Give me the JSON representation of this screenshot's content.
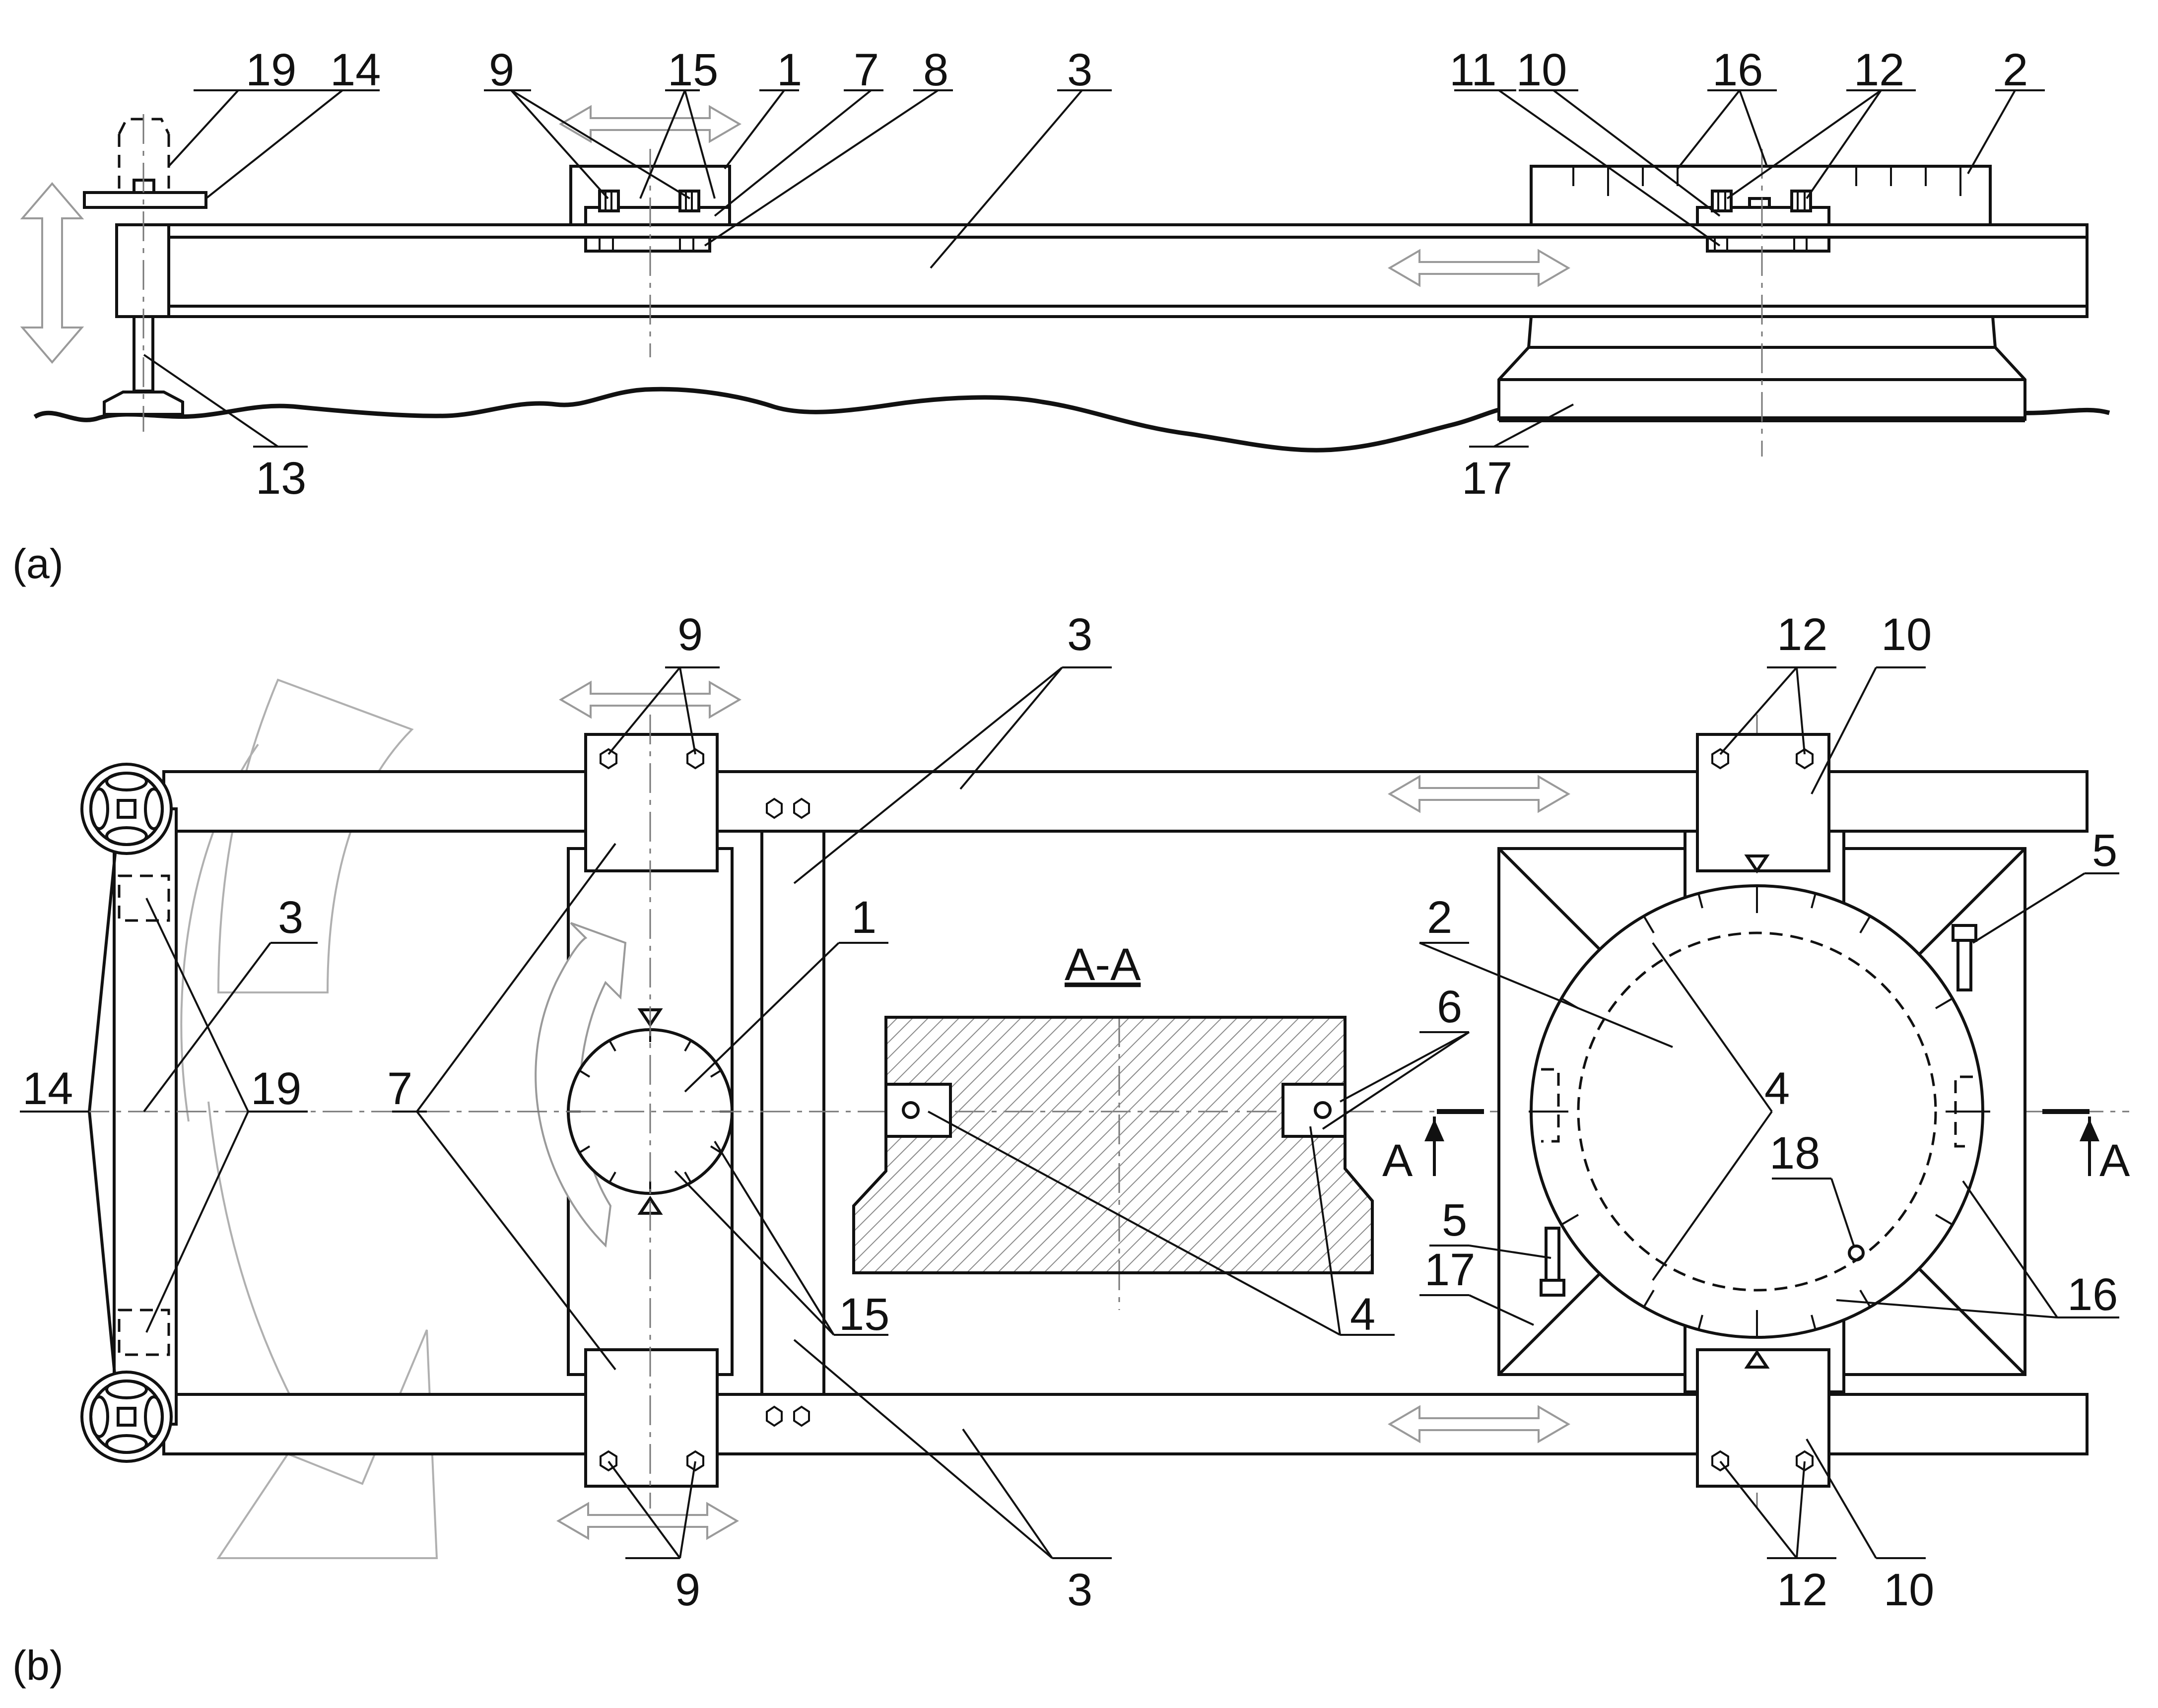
{
  "panels": {
    "a": "(a)",
    "b": "(b)"
  },
  "section": {
    "title": "A-A",
    "marker_left": "A",
    "marker_right": "A"
  },
  "labels_a": {
    "l19": "19",
    "l14": "14",
    "l9": "9",
    "l15": "15",
    "l1": "1",
    "l7": "7",
    "l8": "8",
    "l3": "3",
    "l11": "11",
    "l10": "10",
    "l16": "16",
    "l12": "12",
    "l2": "2",
    "l13": "13",
    "l17": "17"
  },
  "labels_b": {
    "l9_top": "9",
    "l3_top": "3",
    "l12_top": "12",
    "l10_top": "10",
    "l3_left": "3",
    "l1": "1",
    "l2": "2",
    "l5_top": "5",
    "l14": "14",
    "l19": "19",
    "l7": "7",
    "l6": "6",
    "l4": "4",
    "l18": "18",
    "l5_bot": "5",
    "l17": "17",
    "l15": "15",
    "l4_sect": "4",
    "l16": "16",
    "l9_bot": "9",
    "l3_bot": "3",
    "l12_bot": "12",
    "l10_bot": "10"
  },
  "colors": {
    "line": "#111111",
    "ghost": "#9a9a9a",
    "hatch": "#8a8a8a"
  }
}
